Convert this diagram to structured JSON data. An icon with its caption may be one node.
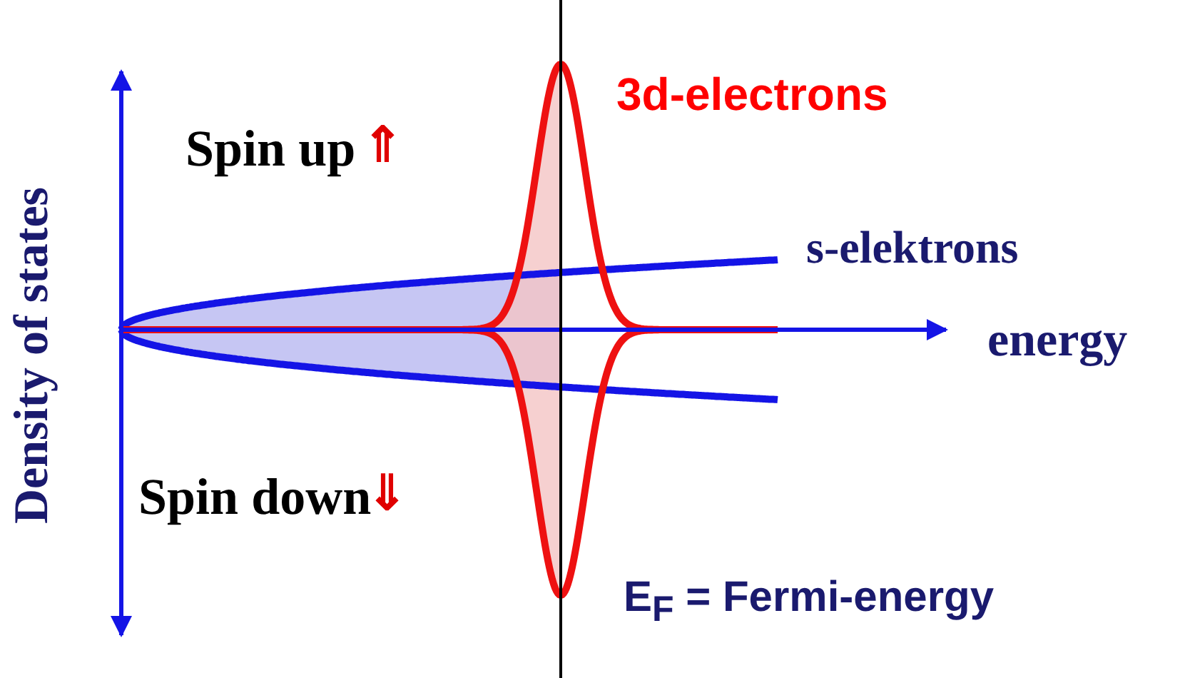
{
  "diagram": {
    "labels": [
      "Density of states",
      "Spin up",
      "⇑",
      "3d-electrons",
      "s-elektrons",
      "energy",
      "Spin down",
      "⇓",
      "E$_{F}$ = Fermi-energy"
    ]
  }
}
